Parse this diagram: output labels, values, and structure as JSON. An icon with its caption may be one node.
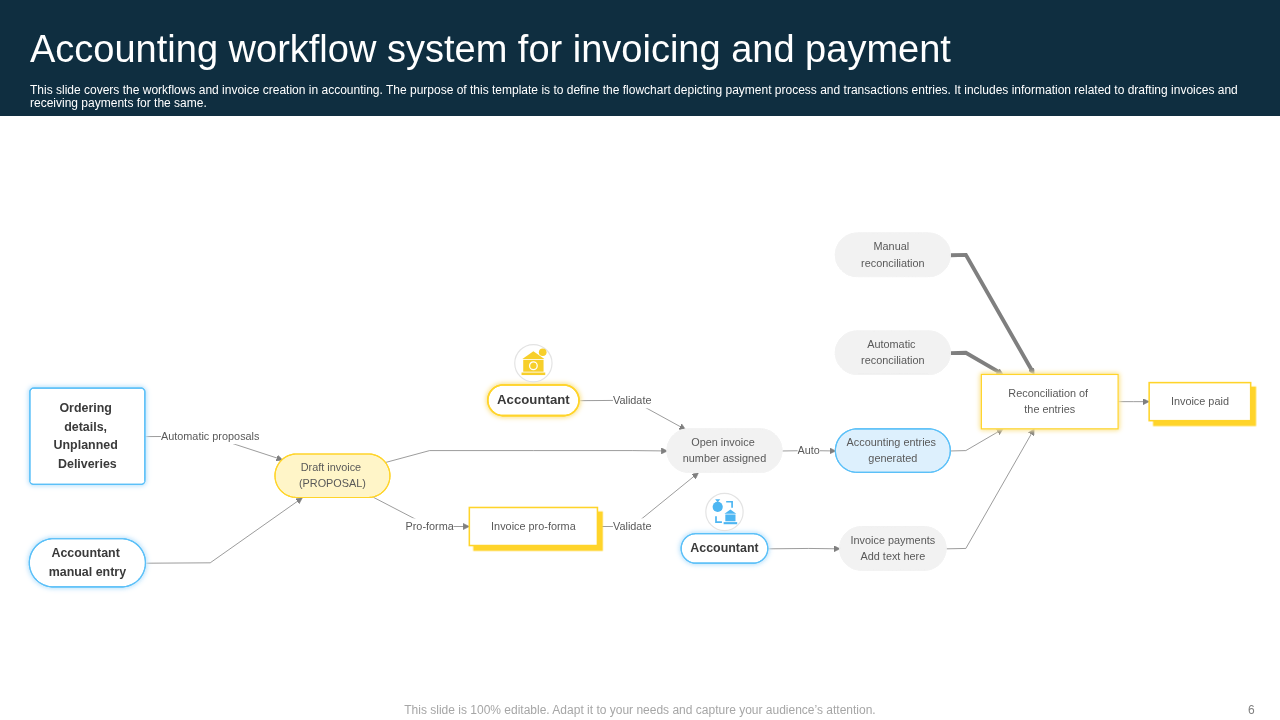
{
  "diagram": {
    "title": "Accounting workflow system for invoicing and payment",
    "nodes": [
      {
        "text": [
          "Accountant"
        ]
      },
      {
        "text": [
          "Ordering details, Unplanned Deliveries"
        ]
      },
      {
        "text": [
          "Manual reconciliation"
        ]
      },
      {
        "text": [
          "Automatic reconciliation"
        ]
      },
      {
        "text": [
          "Draft invoice (PROPOSAL)"
        ]
      },
      {
        "text": [
          "Open invoice number assigned"
        ]
      },
      {
        "text": [
          "Accounting entries generated"
        ]
      },
      {
        "text": [
          "Reconciliation of the entries"
        ]
      },
      {
        "text": [
          "Invoice payments",
          "Add text here"
        ]
      },
      {
        "text": [
          "Accountant"
        ]
      },
      {
        "text": [
          "Accountant manual entry"
        ]
      },
      {
        "text": [
          "Invoice pro-forma"
        ]
      },
      {
        "text": [
          "Invoice paid"
        ]
      }
    ],
    "edges": [
      {
        "from": 0,
        "to": 5,
        "arrow": "to",
        "label": "Validate"
      },
      {
        "from": 1,
        "to": 4,
        "arrow": "to",
        "label": "Automatic proposals"
      },
      {
        "from": 2,
        "to": 7,
        "arrow": "to",
        "style": "thick"
      },
      {
        "from": 3,
        "to": 7,
        "arrow": "to",
        "style": "thick"
      },
      {
        "from": 4,
        "to": 5,
        "arrow": "to"
      },
      {
        "from": 5,
        "to": 6,
        "arrow": "to",
        "label": "Auto"
      },
      {
        "from": 6,
        "to": 7,
        "arrow": "to"
      },
      {
        "from": 9,
        "to": 8,
        "arrow": "to"
      },
      {
        "from": 8,
        "to": 7,
        "arrow": "to"
      },
      {
        "from": 10,
        "to": 4,
        "arrow": "to"
      },
      {
        "from": 4,
        "to": 11,
        "arrow": "to",
        "label": "Pro-forma"
      },
      {
        "from": 11,
        "to": 5,
        "arrow": "to",
        "label": "Validate"
      },
      {
        "from": 7,
        "to": 12,
        "arrow": "to"
      }
    ],
    "labels": [
      "This slide covers the workflows and invoice creation in accounting. The purpose of this template is to define the flowchart depicting payment process and transactions entries. It includes information related to drafting invoices and receiving payments for the same.",
      "This slide is 100% editable. Adapt it to your needs and capture your audience’s attention.",
      "6"
    ]
  }
}
